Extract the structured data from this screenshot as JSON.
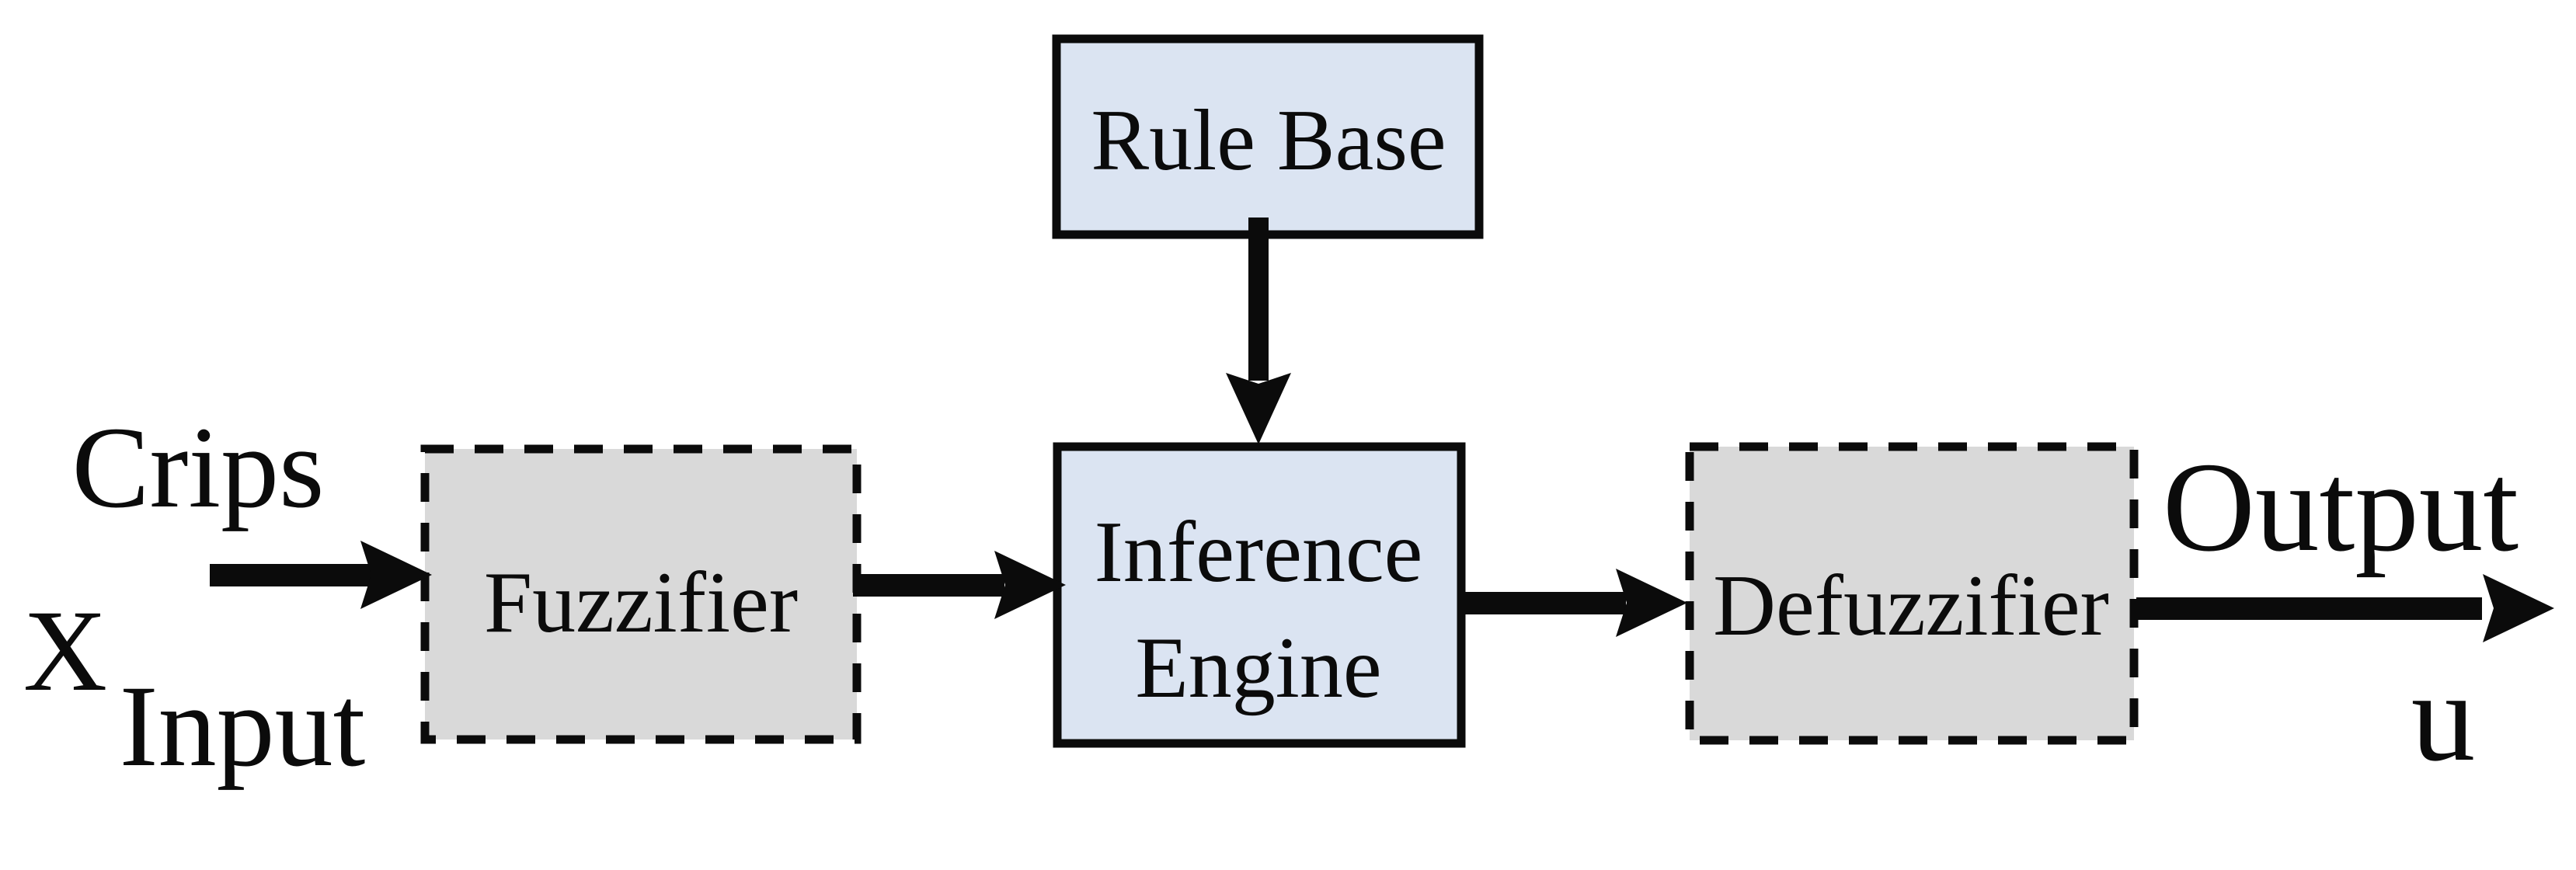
{
  "diagram": {
    "kind": "fuzzy-logic-system-block-diagram",
    "colors": {
      "background": "#ffffff",
      "solid_box_fill": "#dbe4f2",
      "dashed_box_fill": "#d9d9d9",
      "stroke": "#0b0b0b",
      "text": "#0b0b0b"
    },
    "boxes": {
      "rule_base": {
        "label": "Rule Base",
        "border_style": "solid"
      },
      "fuzzifier": {
        "label": "Fuzzifier",
        "border_style": "dashed"
      },
      "inference_engine": {
        "label_line1": "Inference",
        "label_line2": "Engine",
        "border_style": "solid"
      },
      "defuzzifier": {
        "label": "Defuzzifier",
        "border_style": "dashed"
      }
    },
    "labels": {
      "crisp": "Crips",
      "input_symbol": "X",
      "input_word": "Input",
      "output_word": "Output",
      "output_symbol": "u"
    },
    "connections": [
      {
        "from": "crisp-input",
        "to": "fuzzifier"
      },
      {
        "from": "fuzzifier",
        "to": "inference_engine"
      },
      {
        "from": "rule_base",
        "to": "inference_engine"
      },
      {
        "from": "inference_engine",
        "to": "defuzzifier"
      },
      {
        "from": "defuzzifier",
        "to": "output"
      }
    ]
  }
}
